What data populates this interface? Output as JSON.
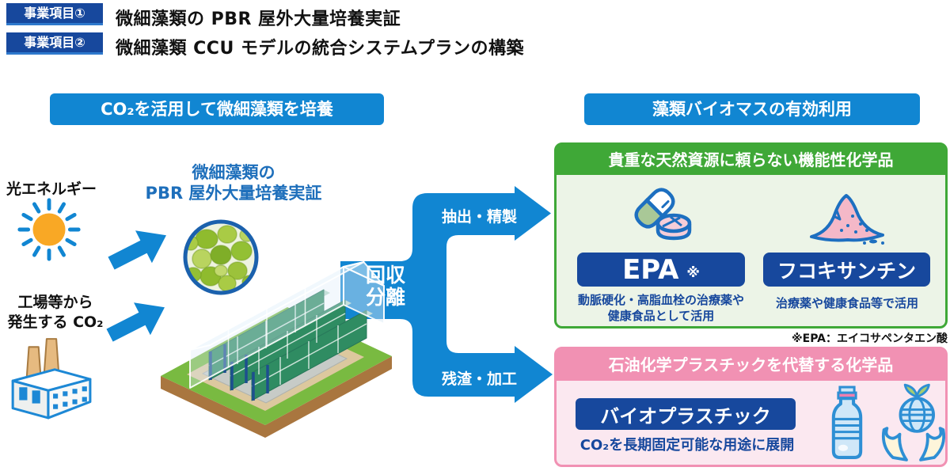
{
  "projects": [
    {
      "badge": "事業項目①",
      "title": "微細藻類の PBR 屋外大量培養実証"
    },
    {
      "badge": "事業項目②",
      "title": "微細藻類 CCU モデルの統合システムプランの構築"
    }
  ],
  "cultivation": {
    "header": "CO₂を活用して微細藻類を培養",
    "light_energy": "光エネルギー",
    "factory_source_line1": "工場等から",
    "factory_source_line2": "発生する CO₂",
    "algae_label_line1": "微細藻類の",
    "algae_label_line2": "PBR 屋外大量培養実証"
  },
  "flow": {
    "recovery_line1": "回収",
    "recovery_line2": "分離",
    "extraction": "抽出・精製",
    "residue": "残渣・加工"
  },
  "utilization": {
    "header": "藻類バイオマスの有効利用",
    "functional_panel": {
      "header": "貴重な天然資源に頼らない機能性化学品",
      "epa": {
        "name": "EPA",
        "mark": "※",
        "desc_line1": "動脈硬化・高脂血栓の治療薬や",
        "desc_line2": "健康食品として活用"
      },
      "fucoxanthin": {
        "name": "フコキサンチン",
        "desc": "治療薬や健康食品等で活用"
      }
    },
    "epa_note": "※EPA：エイコサペンタエン酸",
    "plastic_panel": {
      "header": "石油化学プラスチックを代替する化学品",
      "name": "バイオプラスチック",
      "desc": "CO₂を長期固定可能な用途に展開"
    }
  },
  "icons": {
    "sun": "sun-icon",
    "factory": "factory-icon",
    "flow_arrow": "arrow-right-icon",
    "algae_photo": "algae-microscope-photo",
    "greenhouse": "greenhouse-pbr-illustration",
    "capsule_pills": "capsule-pill-icon",
    "powder": "powder-pile-icon",
    "bottle": "plastic-bottle-icon",
    "hands_globe": "hands-globe-icon"
  },
  "colors": {
    "bright_blue": "#1186d2",
    "navy": "#17489d",
    "green": "#3fa837",
    "pink": "#f191b3",
    "light_green_bg": "#ecf4e7",
    "light_pink_bg": "#fbe8f0",
    "label_blue": "#1e6fbb",
    "sun_orange": "#f9a825"
  }
}
